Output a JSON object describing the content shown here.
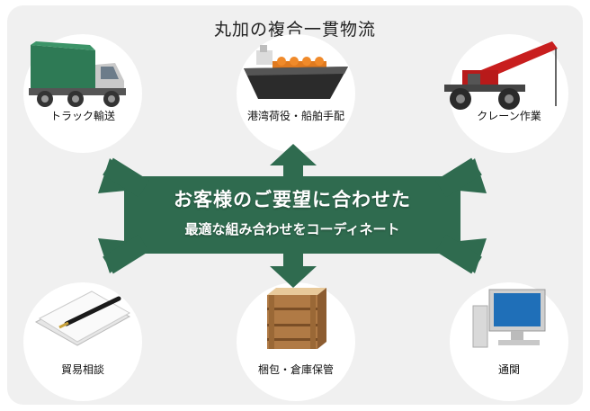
{
  "title": "丸加の複合一貫物流",
  "center": {
    "line1": "お客様のご要望に合わせた",
    "line2": "最適な組み合わせをコーディネート"
  },
  "services": [
    {
      "label": "トラック輸送",
      "icon": "truck-icon"
    },
    {
      "label": "港湾荷役・船舶手配",
      "icon": "ship-icon"
    },
    {
      "label": "クレーン作業",
      "icon": "crane-icon"
    },
    {
      "label": "貿易相談",
      "icon": "pen-paper-icon"
    },
    {
      "label": "梱包・倉庫保管",
      "icon": "crate-icon"
    },
    {
      "label": "通関",
      "icon": "computer-icon"
    }
  ],
  "colors": {
    "arrow": "#2f6b4f",
    "panel": "#f0f0f0",
    "node": "#ffffff"
  }
}
